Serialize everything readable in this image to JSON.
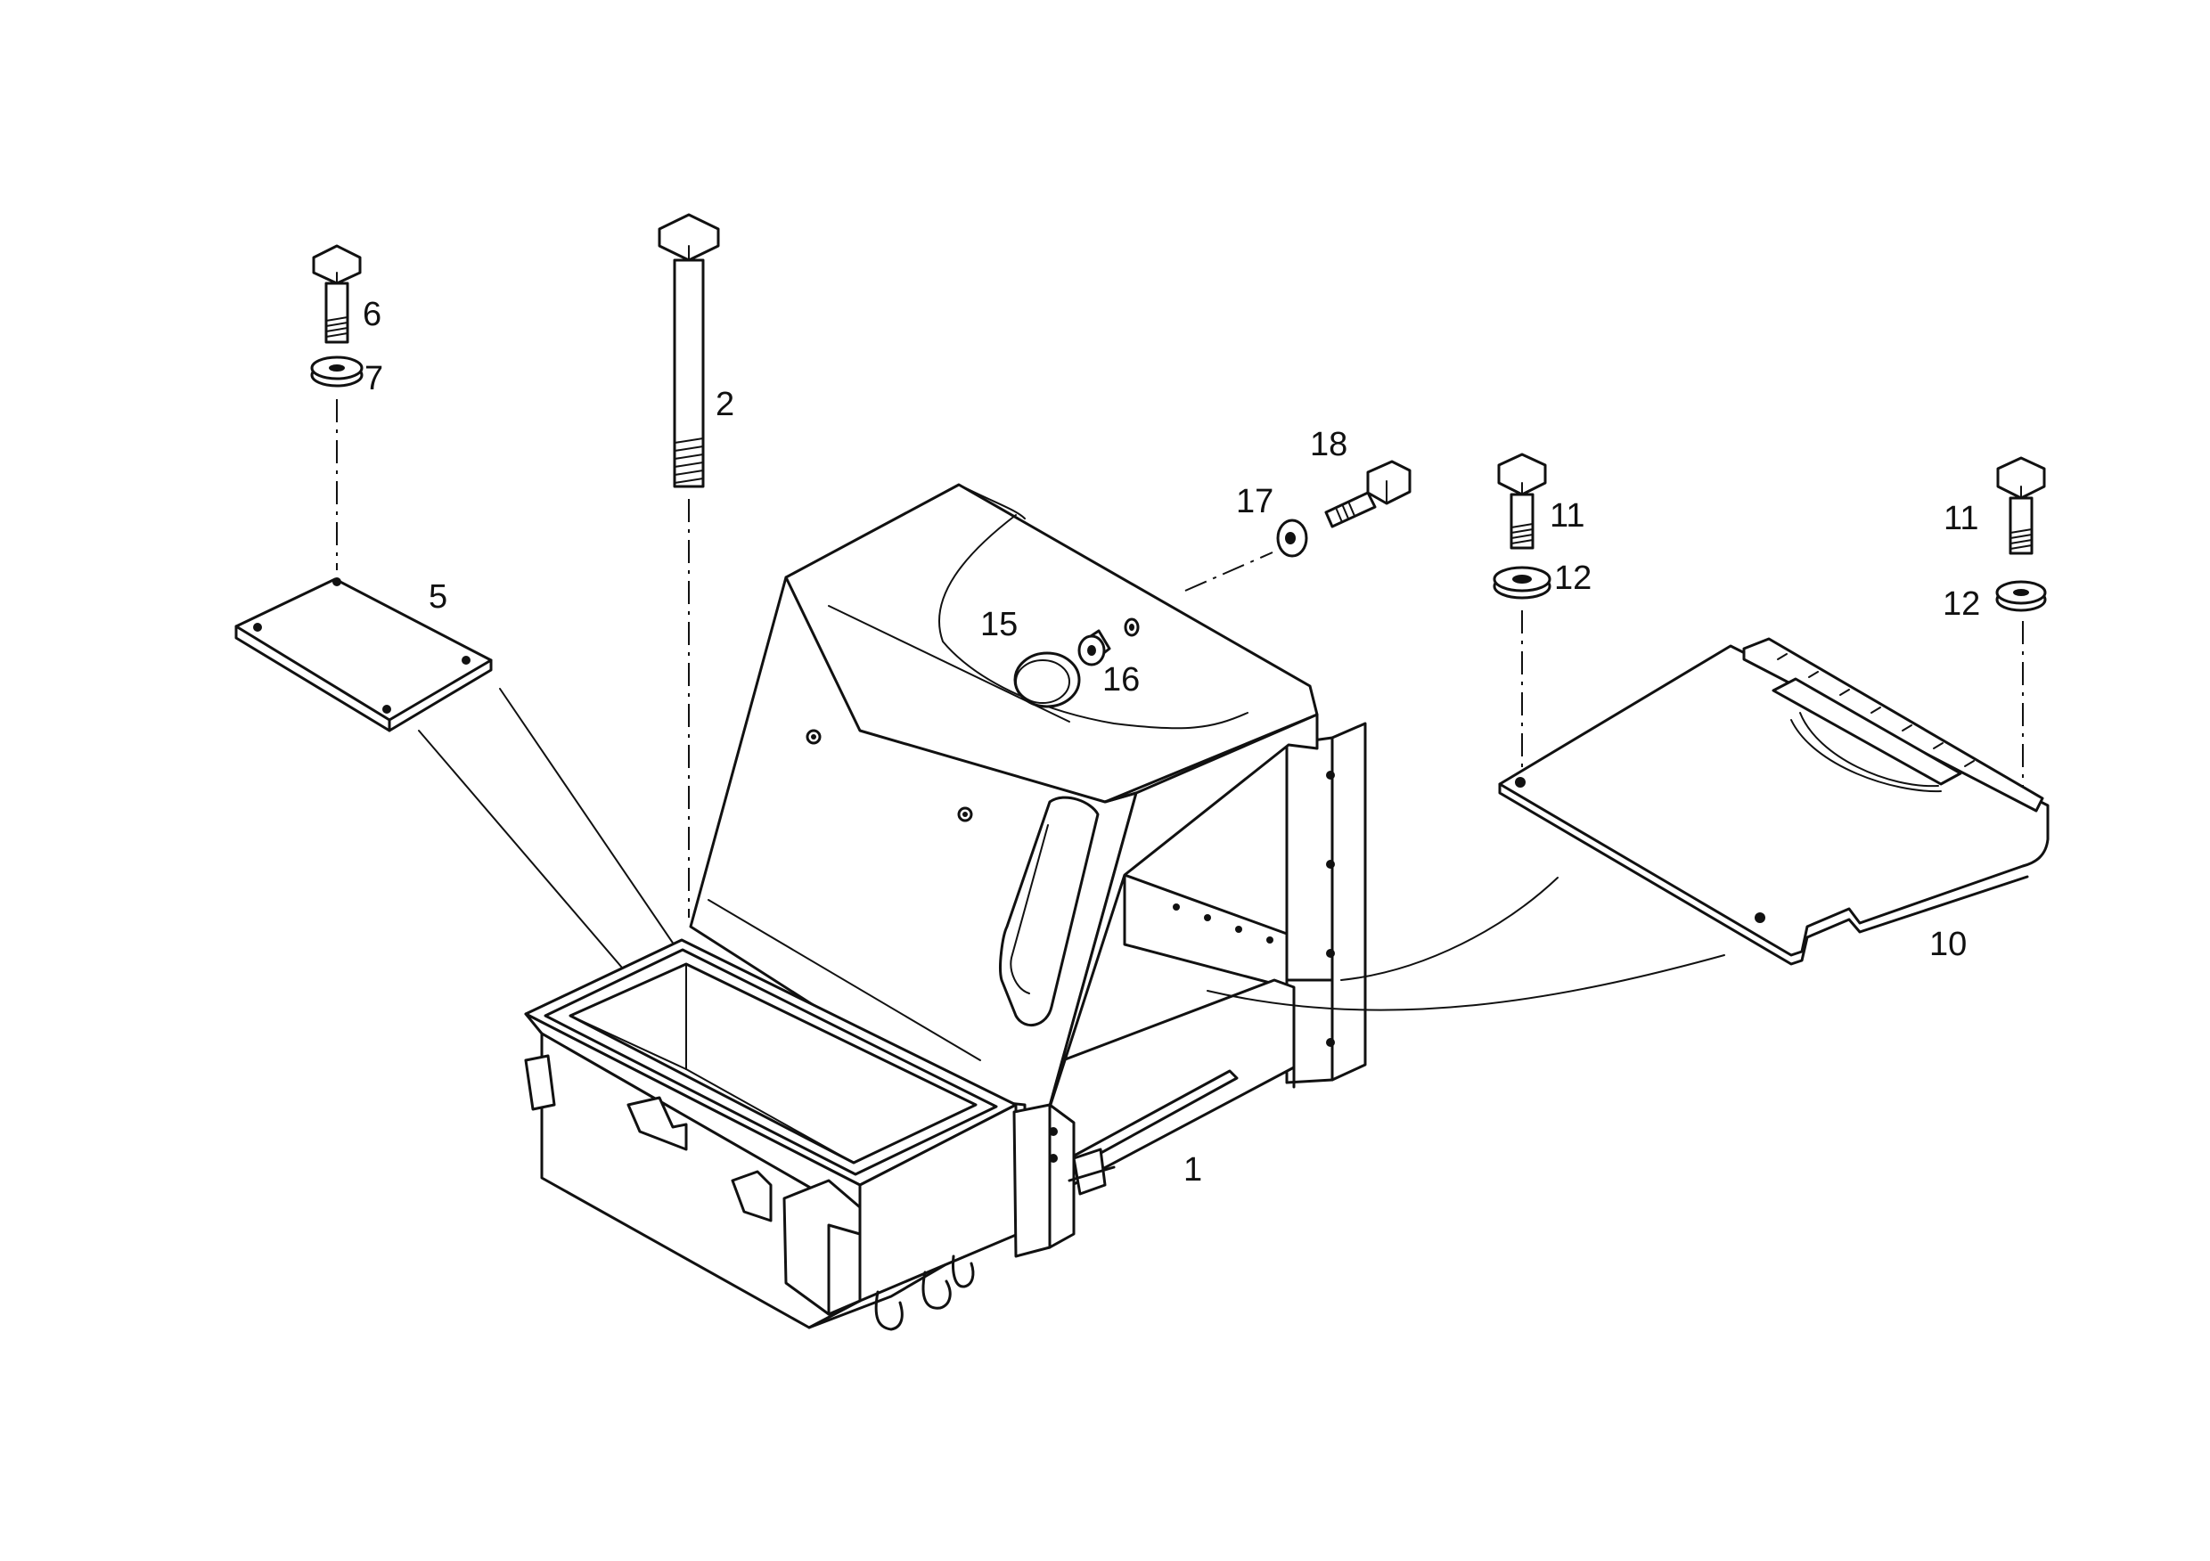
{
  "callouts": {
    "c1": "1",
    "c2": "2",
    "c5": "5",
    "c6": "6",
    "c7": "7",
    "c10": "10",
    "c11a": "11",
    "c11b": "11",
    "c12a": "12",
    "c12b": "12",
    "c15": "15",
    "c16": "16",
    "c17": "17",
    "c18": "18"
  }
}
